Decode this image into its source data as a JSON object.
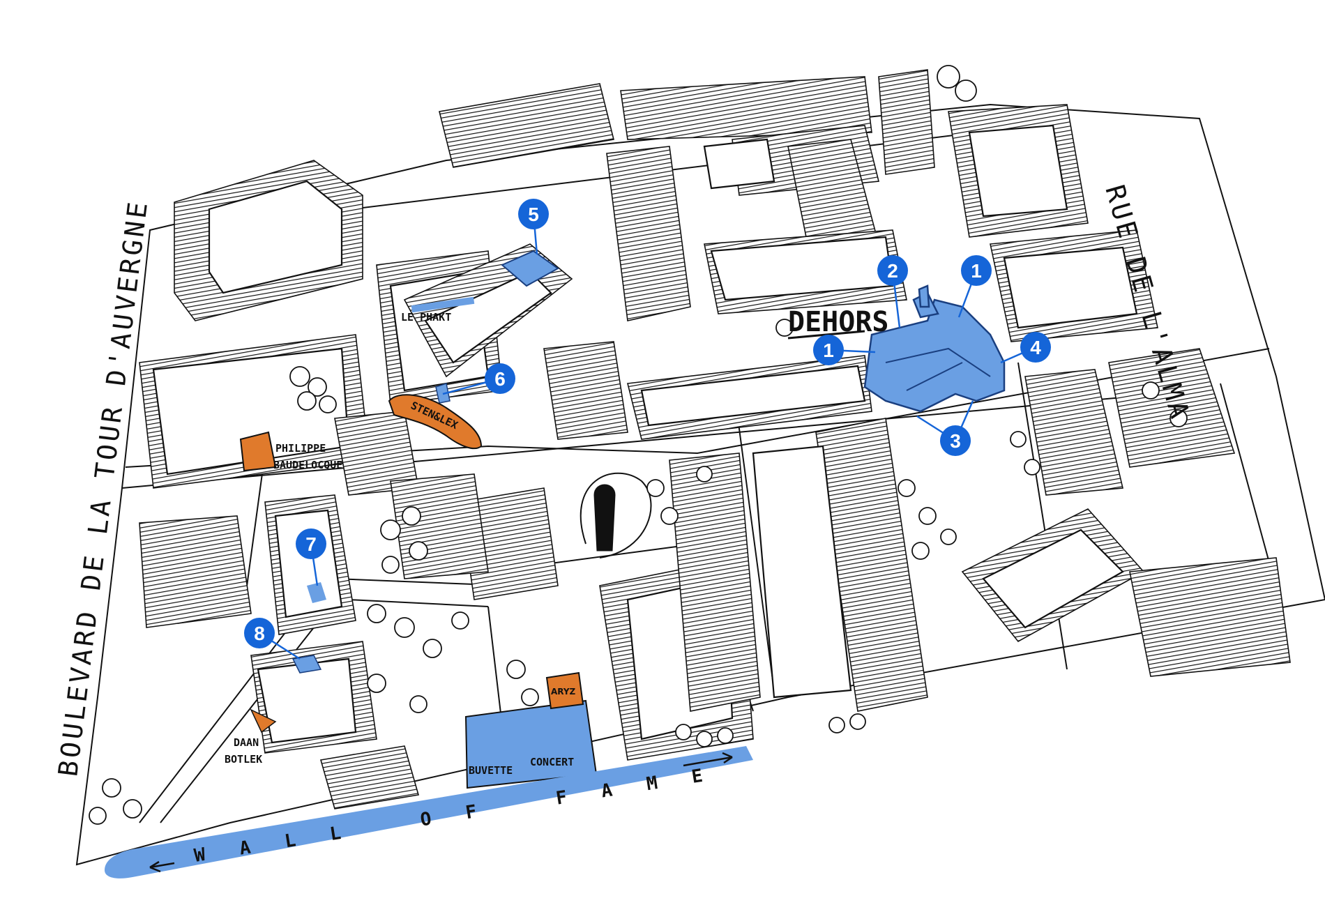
{
  "colors": {
    "highlight": "#6a9fe3",
    "marker": "#1565d8",
    "artist": "#e07a2c",
    "ink": "#111111"
  },
  "streets": {
    "east": "RUE DE L'ALMA",
    "west": "BOULEVARD DE LA TOUR D'AUVERGNE"
  },
  "labels": {
    "dehors": "DEHORS",
    "le_phakt": "LE PHAKT",
    "sten_lex": "STEN&LEX",
    "philippe": "PHILIPPE",
    "baudelocque": "BAUDELOCQUE",
    "daan": "DAAN",
    "botlek": "BOTLEK",
    "aryz_top": "ARYZ",
    "buvette": "BUVETTE",
    "concert": "CONCERT",
    "wall_of_fame": "WALL OF FAME"
  },
  "markers": [
    {
      "id": "m1a",
      "label": "1"
    },
    {
      "id": "m1b",
      "label": "1"
    },
    {
      "id": "m2",
      "label": "2"
    },
    {
      "id": "m3",
      "label": "3"
    },
    {
      "id": "m4",
      "label": "4"
    },
    {
      "id": "m5",
      "label": "5"
    },
    {
      "id": "m6",
      "label": "6"
    },
    {
      "id": "m7",
      "label": "7"
    },
    {
      "id": "m8",
      "label": "8"
    }
  ]
}
